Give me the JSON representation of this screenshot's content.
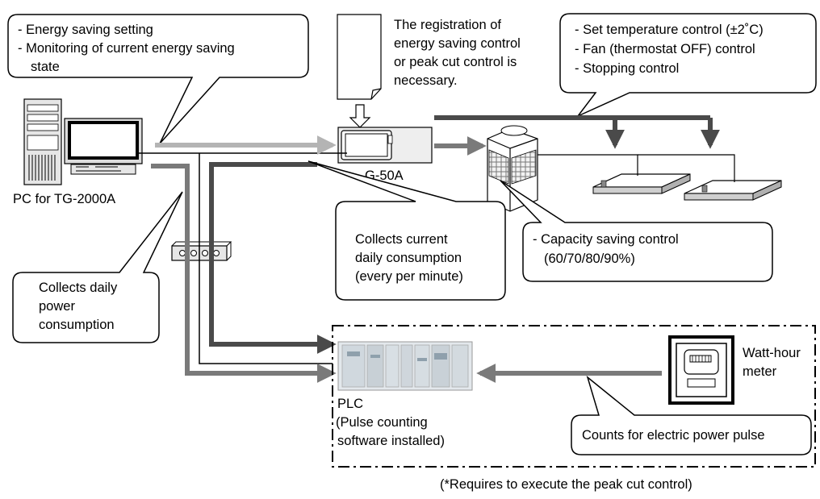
{
  "callouts": {
    "pc_settings": [
      "- Energy saving setting",
      "- Monitoring of current energy saving",
      "state"
    ],
    "registration_note": [
      "The registration of",
      "energy saving control",
      "or peak cut control is",
      "necessary."
    ],
    "ac_controls": [
      "- Set temperature control (±2˚C)",
      "- Fan (thermostat OFF) control",
      "- Stopping control"
    ],
    "g50_collects": [
      "Collects current",
      "daily consumption",
      "(every per minute)"
    ],
    "capacity": [
      "- Capacity saving control",
      "(60/70/80/90%)"
    ],
    "pc_collects": [
      "Collects daily",
      "power",
      "consumption"
    ],
    "pulse_count": "Counts for electric power pulse"
  },
  "labels": {
    "pc": "PC for TG-2000A",
    "g50": "G-50A",
    "plc": [
      "PLC",
      "(Pulse counting",
      "software installed)"
    ],
    "meter": [
      "Watt-hour",
      "meter"
    ],
    "footnote": "(*Requires to execute the peak cut control)"
  },
  "colors": {
    "dark_line": "#4a4a4a",
    "mid_line": "#7a7a7a",
    "light_line": "#b4b4b4"
  }
}
